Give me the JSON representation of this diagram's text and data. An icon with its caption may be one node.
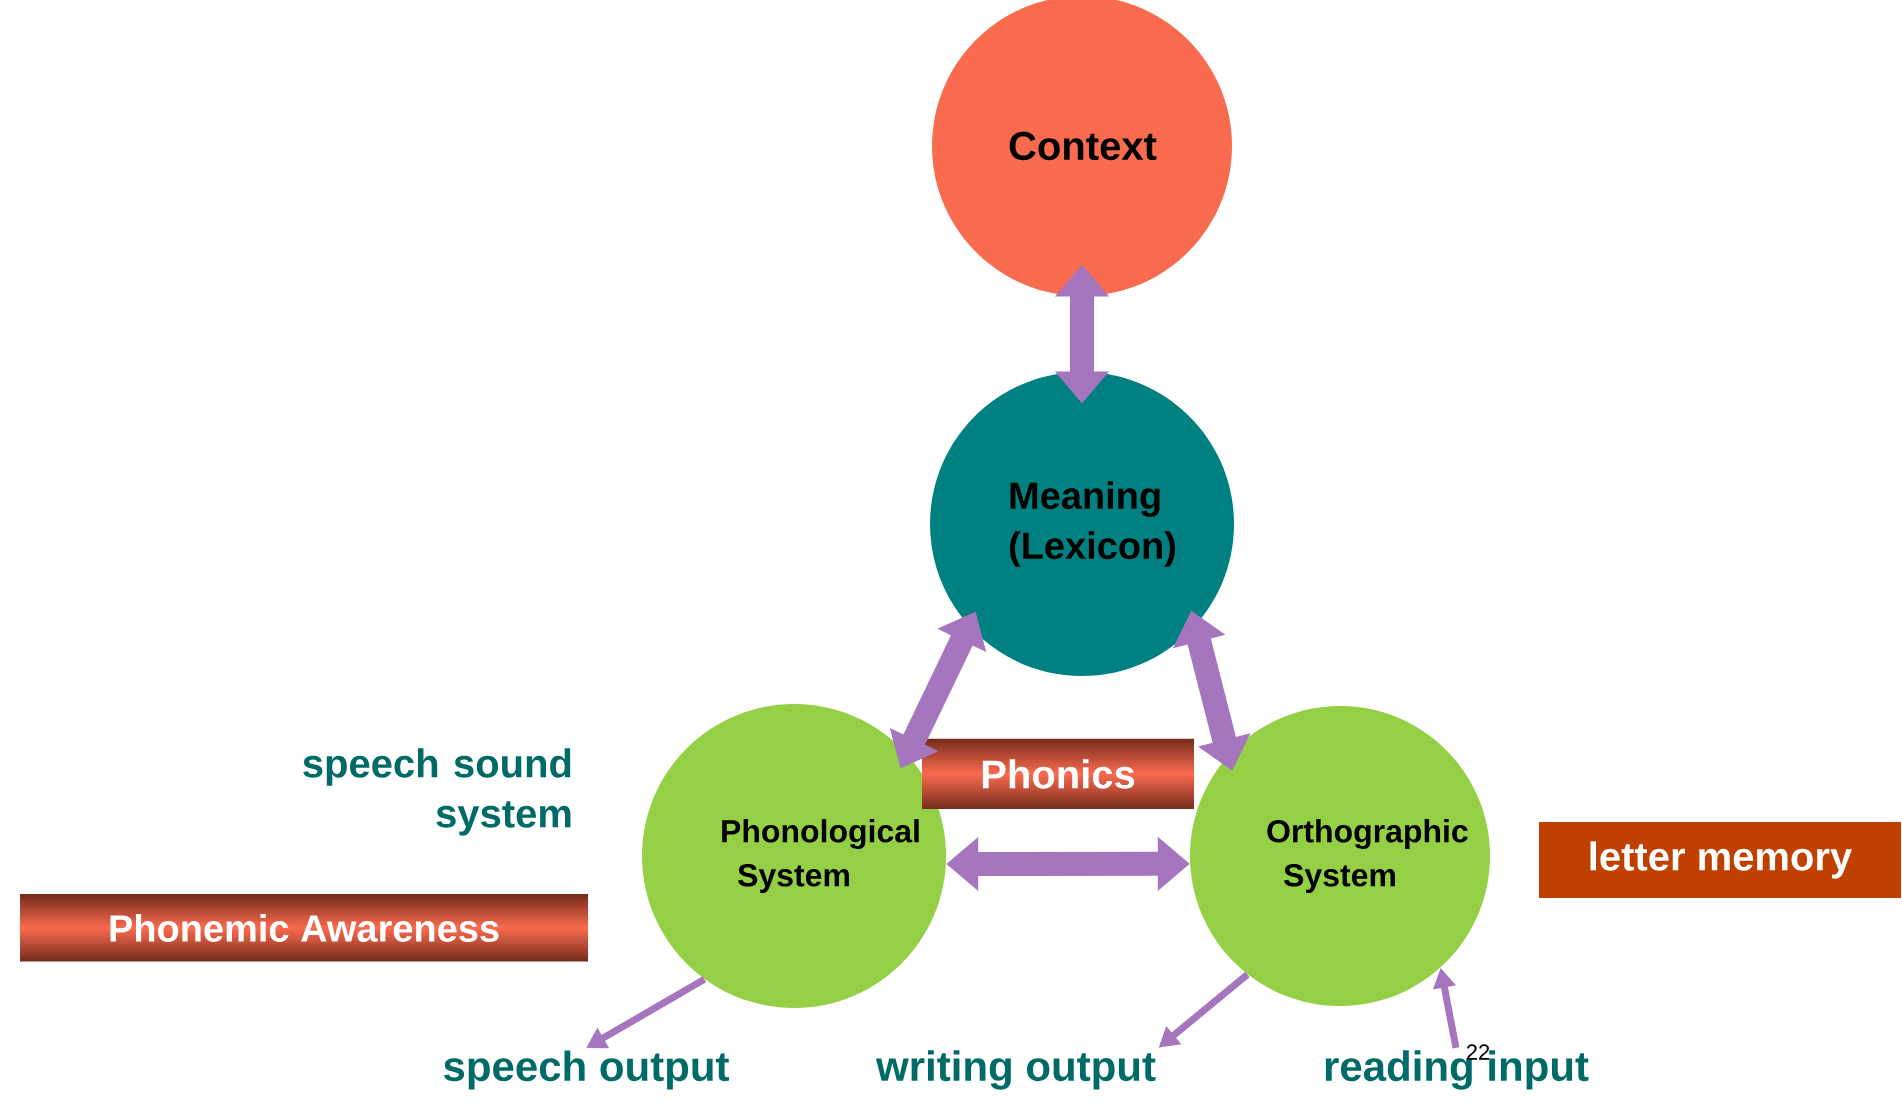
{
  "diagram": {
    "nodes": [
      {
        "text": [
          "Context"
        ]
      },
      {
        "text": [
          "Meaning (Lexicon)"
        ]
      },
      {
        "text": [
          "Phonological System"
        ]
      },
      {
        "text": [
          "Orthographic System"
        ]
      },
      {
        "text": [
          "Phonics"
        ]
      },
      {
        "text": [
          "Phonemic Awareness"
        ]
      },
      {
        "text": [
          "letter memory"
        ]
      },
      {
        "text": [
          "speech output"
        ]
      },
      {
        "text": [
          "writing output"
        ]
      },
      {
        "text": [
          "reading input"
        ]
      }
    ],
    "edges": [
      {
        "from": 0,
        "to": 1,
        "arrow": "both"
      },
      {
        "from": 1,
        "to": 2,
        "arrow": "both"
      },
      {
        "from": 1,
        "to": 3,
        "arrow": "both"
      },
      {
        "from": 2,
        "to": 3,
        "arrow": "both"
      },
      {
        "from": 2,
        "to": 7,
        "arrow": "to"
      },
      {
        "from": 3,
        "to": 8,
        "arrow": "to"
      },
      {
        "from": 9,
        "to": 3,
        "arrow": "to"
      }
    ],
    "labels": [
      "speech sound system",
      "22"
    ]
  }
}
